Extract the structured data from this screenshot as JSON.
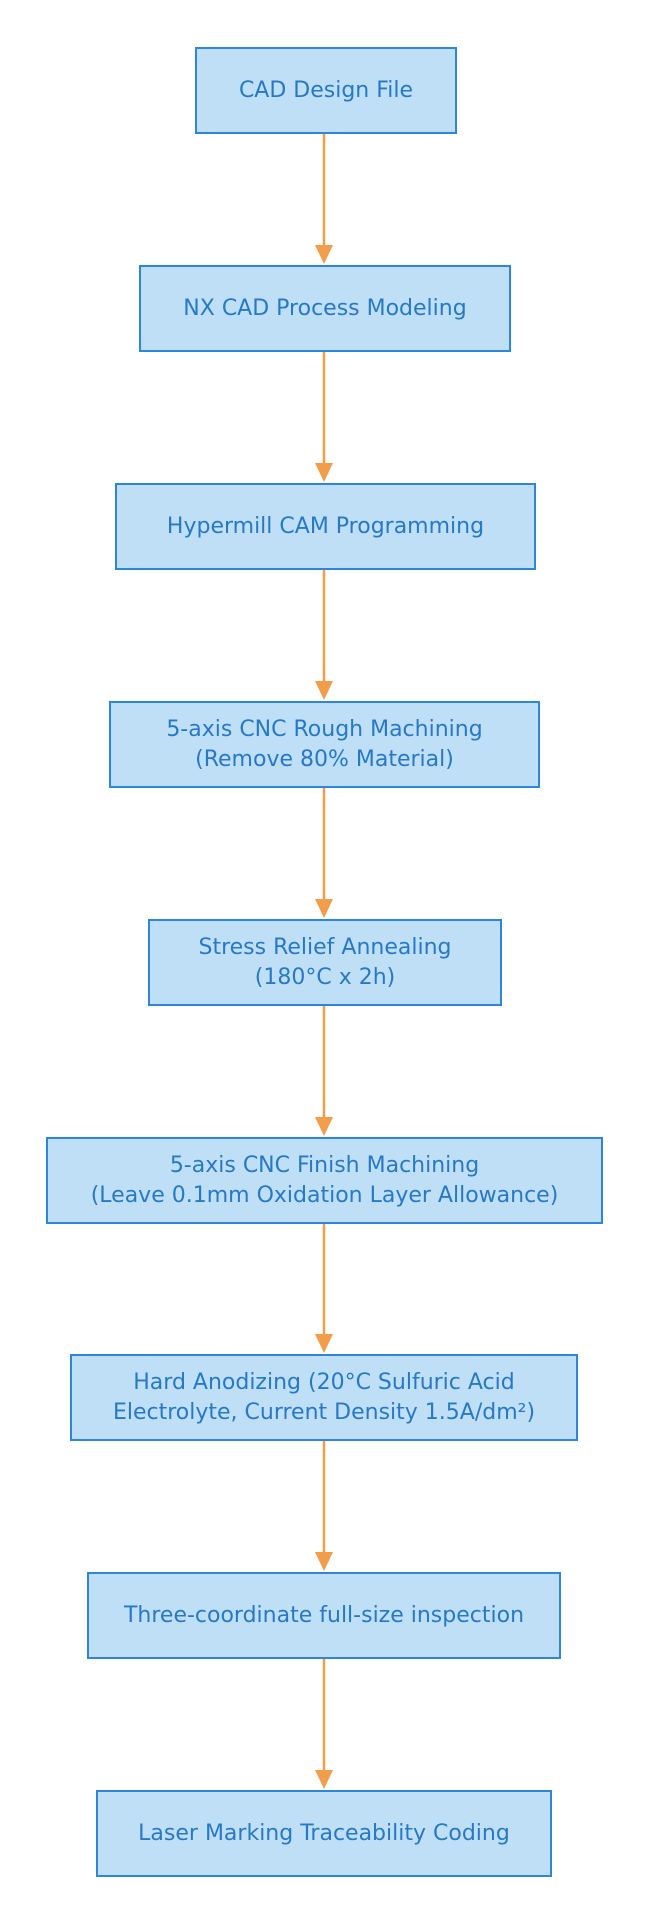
{
  "colors": {
    "node_fill": "#bfdff7",
    "node_border": "#2e86d8",
    "node_text": "#2779c7",
    "arrow": "#f29d49"
  },
  "flowchart": {
    "steps": [
      {
        "lines": [
          "CAD Design File"
        ]
      },
      {
        "lines": [
          "NX CAD Process Modeling"
        ]
      },
      {
        "lines": [
          "Hypermill CAM Programming"
        ]
      },
      {
        "lines": [
          "5-axis CNC Rough Machining",
          "(Remove 80% Material)"
        ]
      },
      {
        "lines": [
          "Stress Relief Annealing",
          "(180°C x 2h)"
        ]
      },
      {
        "lines": [
          "5-axis CNC Finish Machining",
          "(Leave 0.1mm Oxidation Layer Allowance)"
        ]
      },
      {
        "lines": [
          "Hard Anodizing (20°C Sulfuric Acid",
          "Electrolyte, Current Density 1.5A/dm²)"
        ]
      },
      {
        "lines": [
          "Three-coordinate full-size inspection"
        ]
      },
      {
        "lines": [
          "Laser Marking Traceability Coding"
        ]
      }
    ]
  }
}
